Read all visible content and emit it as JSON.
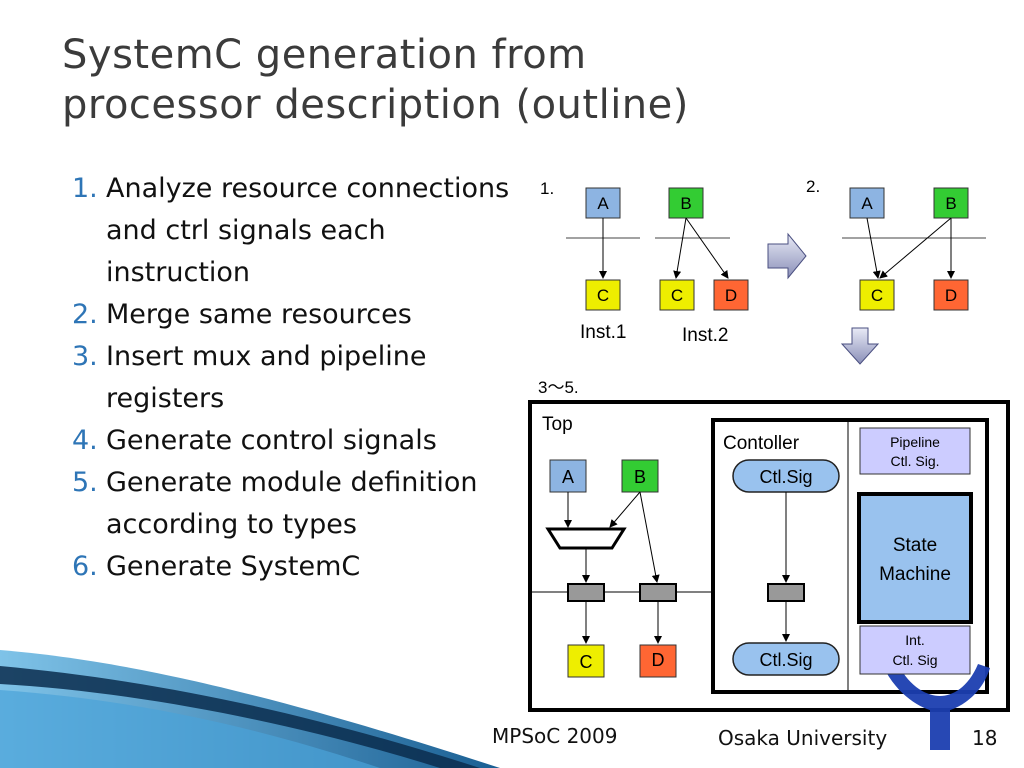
{
  "slide": {
    "title_line1": "SystemC generation from",
    "title_line2": "processor description (outline)",
    "steps": [
      {
        "num": "1.",
        "text": "Analyze resource connections and ctrl signals each instruction"
      },
      {
        "num": "2.",
        "text": "Merge same resources"
      },
      {
        "num": "3.",
        "text": "Insert mux and pipeline registers"
      },
      {
        "num": "4.",
        "text": "Generate control signals"
      },
      {
        "num": "5.",
        "text": "Generate module definition according to types"
      },
      {
        "num": "6.",
        "text": "Generate SystemC"
      }
    ],
    "footer_left": "MPSoC 2009",
    "footer_right": "Osaka University",
    "page_number": "18"
  },
  "diagram": {
    "step1_label": "1.",
    "step2_label": "2.",
    "step35_label": "3〜5.",
    "inst1_label": "Inst.1",
    "inst2_label": "Inst.2",
    "node_a": "A",
    "node_b": "B",
    "node_c": "C",
    "node_d": "D",
    "top_label": "Top",
    "controller_label": "Contoller",
    "ctl_sig": "Ctl.Sig",
    "pipeline_ctl_line1": "Pipeline",
    "pipeline_ctl_line2": "Ctl. Sig.",
    "state_machine_line1": "State",
    "state_machine_line2": "Machine",
    "int_ctl_line1": "Int.",
    "int_ctl_line2": "Ctl. Sig"
  },
  "colors": {
    "title": "#3b3b3b",
    "step_number": "#2e75b6",
    "node_a": "#8db4e2",
    "node_b": "#33cc33",
    "node_c": "#eeee00",
    "node_d": "#ff6633",
    "state_machine": "#99c2ee",
    "ctl_box": "#ccccff"
  }
}
